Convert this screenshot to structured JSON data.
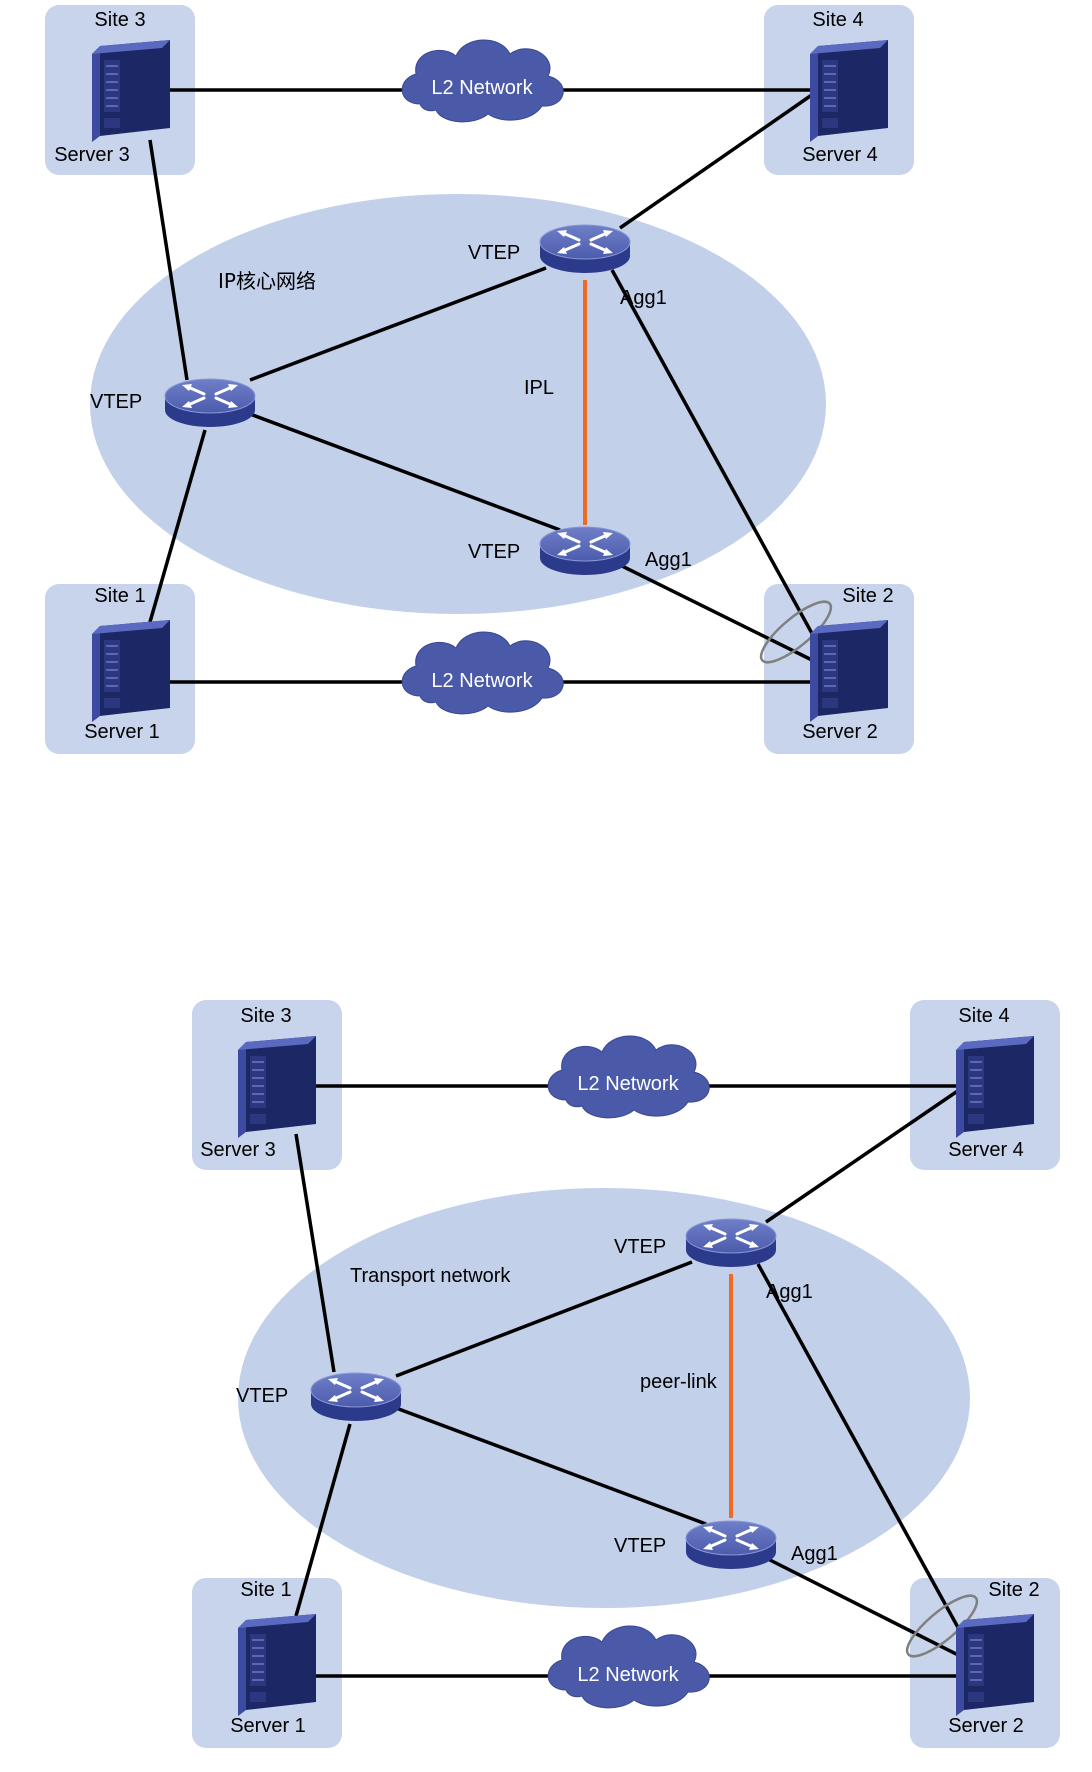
{
  "colors": {
    "site_box": "#c8d4ec",
    "core_ellipse": "#c2d0ea",
    "link": "#000000",
    "peer_link": "#f06a22",
    "device_blue": "#3a4799",
    "cloud": "#4a5aa8"
  },
  "diagram1": {
    "core_label": "IP核心网络",
    "sites": [
      {
        "site": "Site 3",
        "server": "Server 3"
      },
      {
        "site": "Site 4",
        "server": "Server 4"
      },
      {
        "site": "Site 1",
        "server": "Server 1"
      },
      {
        "site": "Site 2",
        "server": "Server 2"
      }
    ],
    "clouds": [
      "L2 Network",
      "L2 Network"
    ],
    "vtep_left": "VTEP",
    "vtep_top": "VTEP",
    "vtep_bottom": "VTEP",
    "agg_top": "Agg1",
    "agg_bottom": "Agg1",
    "peer_link": "IPL"
  },
  "diagram2": {
    "core_label": "Transport network",
    "sites": [
      {
        "site": "Site 3",
        "server": "Server 3"
      },
      {
        "site": "Site 4",
        "server": "Server 4"
      },
      {
        "site": "Site 1",
        "server": "Server 1"
      },
      {
        "site": "Site 2",
        "server": "Server 2"
      }
    ],
    "clouds": [
      "L2 Network",
      "L2 Network"
    ],
    "vtep_left": "VTEP",
    "vtep_top": "VTEP",
    "vtep_bottom": "VTEP",
    "agg_top": "Agg1",
    "agg_bottom": "Agg1",
    "peer_link": "peer-link"
  }
}
